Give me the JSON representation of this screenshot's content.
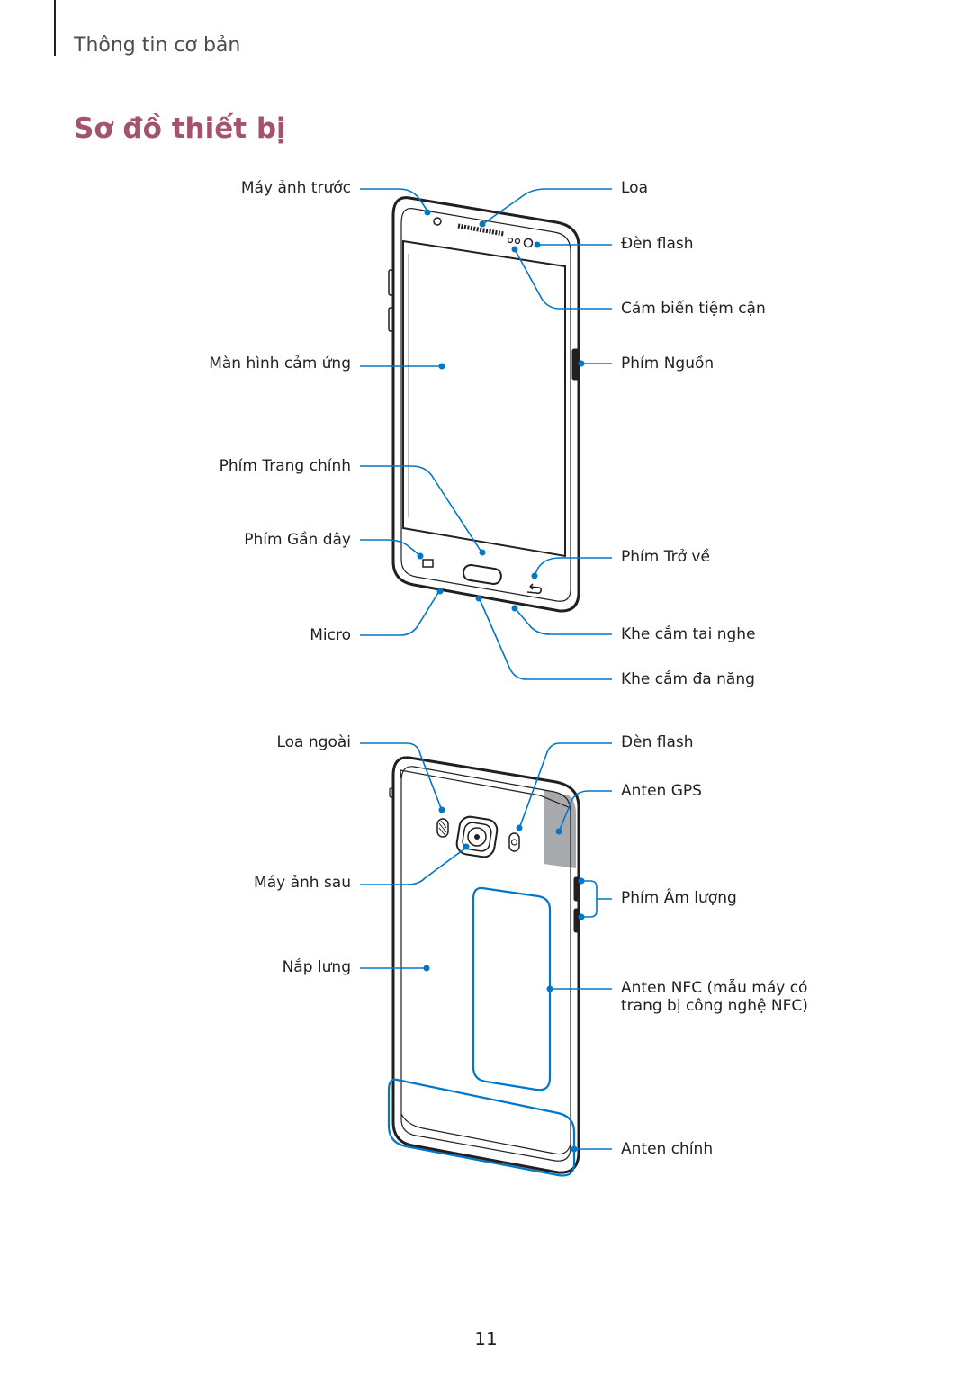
{
  "header": {
    "section": "Thông tin cơ bản"
  },
  "title": "Sơ đồ thiết bị",
  "colors": {
    "title": "#a3536f",
    "callout": "#0077c8",
    "device": "#231f20",
    "antenna_shade": "#a7a9ac"
  },
  "front_labels": {
    "front_camera": "Máy ảnh trước",
    "touchscreen": "Màn hình cảm ứng",
    "home_key": "Phím Trang chính",
    "recents_key": "Phím Gần đây",
    "microphone": "Micro",
    "speaker": "Loa",
    "flash": "Đèn flash",
    "proximity_sensor": "Cảm biến tiệm cận",
    "power_key": "Phím Nguồn",
    "back_key": "Phím Trở về",
    "earphone_jack": "Khe cắm tai nghe",
    "multipurpose_jack": "Khe cắm đa năng"
  },
  "back_labels": {
    "loudspeaker": "Loa ngoài",
    "rear_camera": "Máy ảnh sau",
    "back_cover": "Nắp lưng",
    "flash": "Đèn flash",
    "gps_antenna": "Anten GPS",
    "volume_key": "Phím Âm lượng",
    "nfc_antenna": "Anten NFC (mẫu máy có trang bị công nghệ NFC)",
    "main_antenna": "Anten chính"
  },
  "page_number": "11"
}
